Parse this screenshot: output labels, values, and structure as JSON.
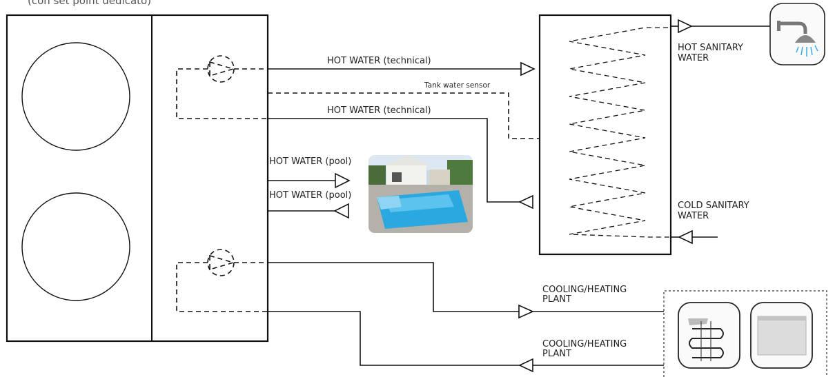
{
  "caption": "(con set point dedicato)",
  "labels": {
    "hot_water_technical_top": "HOT WATER (technical)",
    "tank_water_sensor": "Tank water sensor",
    "hot_water_technical_bottom": "HOT WATER (technical)",
    "hot_water_pool_top": "HOT WATER (pool)",
    "hot_water_pool_bottom": "HOT WATER (pool)",
    "hot_sanitary_water": [
      "HOT SANITARY",
      "WATER"
    ],
    "cold_sanitary_water": [
      "COLD SANITARY",
      "WATER"
    ],
    "cooling_heating_plant_top": [
      "COOLING/HEATING",
      "PLANT"
    ],
    "cooling_heating_plant_bottom": [
      "COOLING/HEATING",
      "PLANT"
    ]
  },
  "icons": {
    "shower": "shower-icon",
    "pool": "pool-photo",
    "floor_heating": "floor-heating-icon",
    "radiator": "radiator-icon"
  },
  "colors": {
    "line": "#111111",
    "pool_water": "#2aa8e0",
    "shower_drops": "#3aa8e8"
  }
}
